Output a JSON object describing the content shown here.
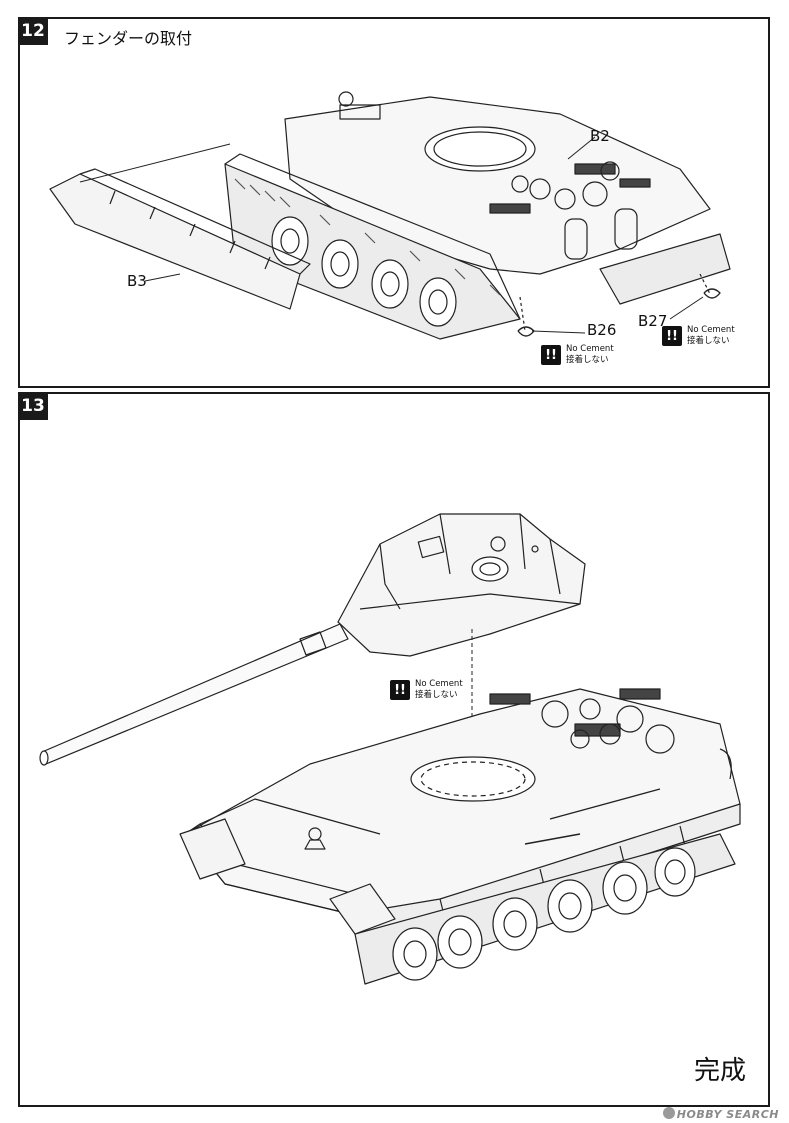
{
  "step12": {
    "number": "12",
    "title": "フェンダーの取付",
    "labels": {
      "b2": "B2",
      "b3": "B3",
      "b26": "B26",
      "b27": "B27"
    },
    "warning": {
      "icon": "!!",
      "line1": "No Cement",
      "line2": "接着しない"
    }
  },
  "step13": {
    "number": "13",
    "warning": {
      "icon": "!!",
      "line1": "No Cement",
      "line2": "接着しない"
    },
    "complete_label": "完成"
  },
  "watermark": "HOBBY SEARCH"
}
